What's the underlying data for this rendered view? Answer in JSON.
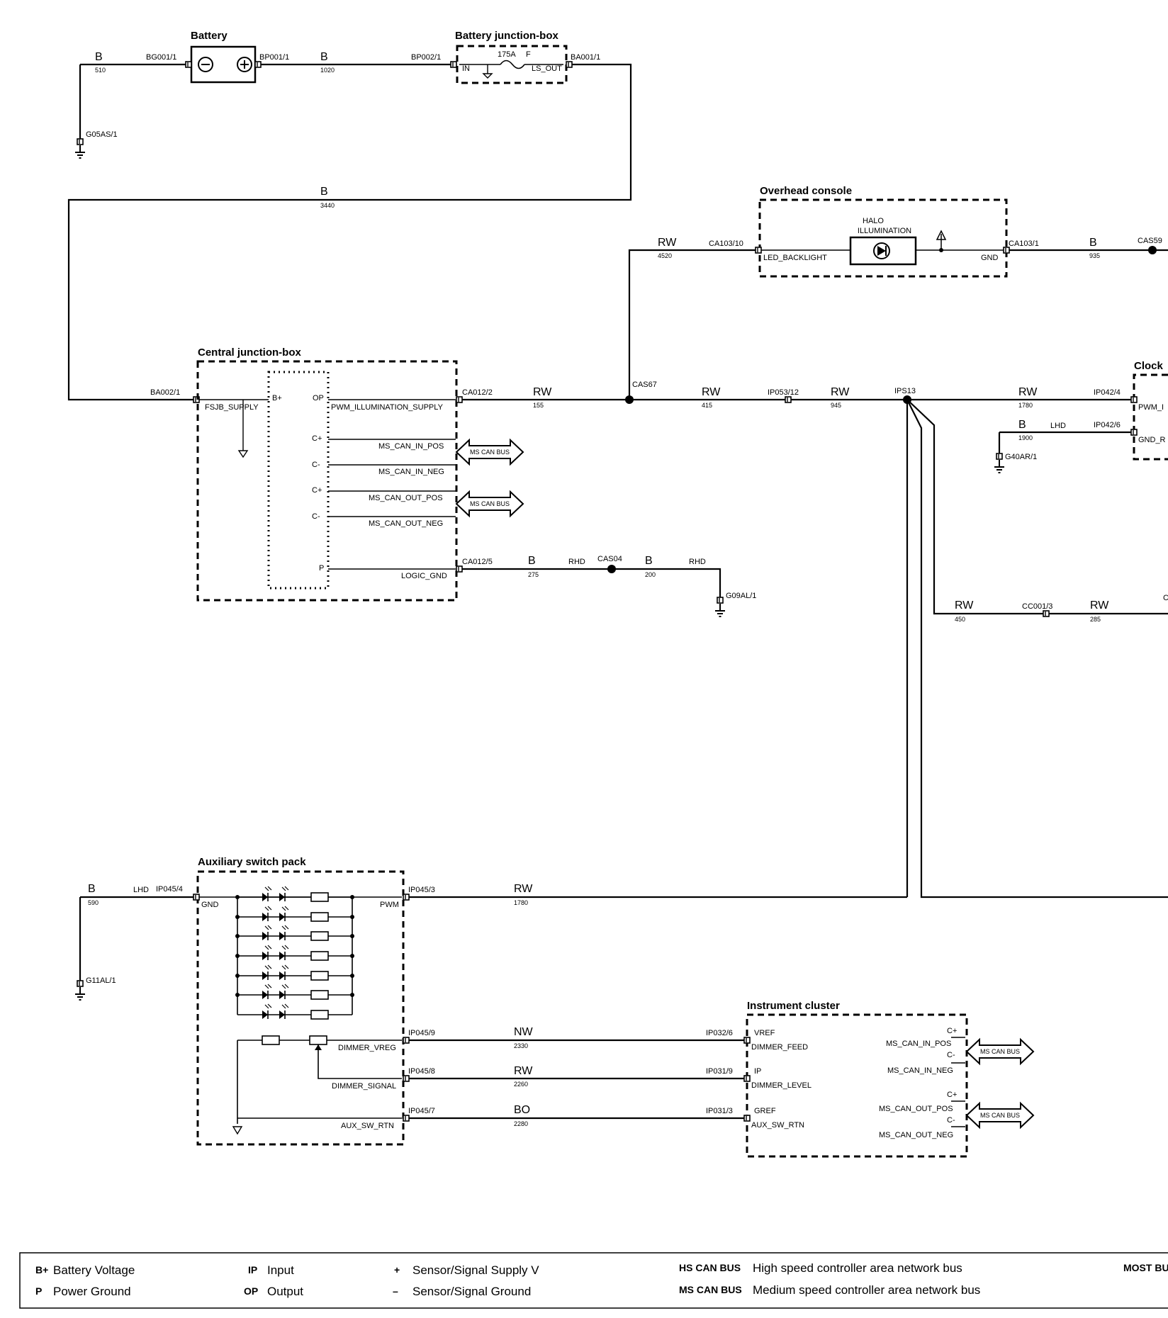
{
  "components": {
    "battery": "Battery",
    "battery_jb": "Battery junction-box",
    "overhead": "Overhead console",
    "cjb": "Central junction-box",
    "clock": "Clock",
    "aux_switch": "Auxiliary switch pack",
    "cluster": "Instrument cluster"
  },
  "wires": {
    "w510": {
      "color": "B",
      "num": "510"
    },
    "w1020": {
      "color": "B",
      "num": "1020"
    },
    "w3440": {
      "color": "B",
      "num": "3440"
    },
    "w4520": {
      "color": "RW",
      "num": "4520"
    },
    "w935": {
      "color": "B",
      "num": "935"
    },
    "w155": {
      "color": "RW",
      "num": "155"
    },
    "w415": {
      "color": "RW",
      "num": "415"
    },
    "w945": {
      "color": "RW",
      "num": "945"
    },
    "w1780a": {
      "color": "RW",
      "num": "1780"
    },
    "w1900": {
      "color": "B",
      "num": "1900"
    },
    "w275": {
      "color": "B",
      "num": "275"
    },
    "w200": {
      "color": "B",
      "num": "200"
    },
    "w450": {
      "color": "RW",
      "num": "450"
    },
    "w285": {
      "color": "RW",
      "num": "285"
    },
    "w590": {
      "color": "B",
      "num": "590"
    },
    "w1780b": {
      "color": "RW",
      "num": "1780"
    },
    "w2330": {
      "color": "NW",
      "num": "2330"
    },
    "w2260": {
      "color": "RW",
      "num": "2260"
    },
    "w2280": {
      "color": "BO",
      "num": "2280"
    }
  },
  "connectors": {
    "bg001": "BG001/1",
    "bp001": "BP001/1",
    "bp002": "BP002/1",
    "ba001": "BA001/1",
    "g05as": "G05AS/1",
    "ca103_10": "CA103/10",
    "ca103_1": "CA103/1",
    "cas59": "CAS59",
    "ba002": "BA002/1",
    "ca012_2": "CA012/2",
    "cas67": "CAS67",
    "ip053": "IP053/12",
    "ips13": "IPS13",
    "ip042_4": "IP042/4",
    "ip042_6": "IP042/6",
    "g40ar": "G40AR/1",
    "ca012_5": "CA012/5",
    "cas04": "CAS04",
    "g09al": "G09AL/1",
    "cc001": "CC001/3",
    "ip045_4": "IP045/4",
    "g11al": "G11AL/1",
    "ip045_3": "IP045/3",
    "ip045_9": "IP045/9",
    "ip045_8": "IP045/8",
    "ip045_7": "IP045/7",
    "ip032_6": "IP032/6",
    "ip031_9": "IP031/9",
    "ip031_3": "IP031/3"
  },
  "qualifiers": {
    "lhd": "LHD",
    "rhd": "RHD"
  },
  "signals": {
    "fuse_rating": "175A",
    "fuse_f": "F",
    "in": "IN",
    "ls_out": "LS_OUT",
    "halo": "HALO",
    "illumination": "ILLUMINATION",
    "led_backlight": "LED_BACKLIGHT",
    "gnd": "GND",
    "fsjb_supply": "FSJB_SUPPLY",
    "b_plus": "B+",
    "op": "OP",
    "c_plus": "C+",
    "c_minus": "C-",
    "p": "P",
    "pwm_illum": "PWM_ILLUMINATION_SUPPLY",
    "ms_can_in_pos": "MS_CAN_IN_POS",
    "ms_can_in_neg": "MS_CAN_IN_NEG",
    "ms_can_out_pos": "MS_CAN_OUT_POS",
    "ms_can_out_neg": "MS_CAN_OUT_NEG",
    "logic_gnd": "LOGIC_GND",
    "pwm_i": "PWM_I",
    "gnd_r": "GND_R",
    "pwm": "PWM",
    "dimmer_vreg": "DIMMER_VREG",
    "dimmer_signal": "DIMMER_SIGNAL",
    "aux_sw_rtn": "AUX_SW_RTN",
    "vref": "VREF",
    "dimmer_feed": "DIMMER_FEED",
    "ip": "IP",
    "dimmer_level": "DIMMER_LEVEL",
    "gref": "GREF",
    "ms_can_bus": "MS CAN BUS",
    "cut_c": "C"
  },
  "legend": {
    "items": [
      {
        "key": "B+",
        "label": "Battery Voltage"
      },
      {
        "key": "P",
        "label": "Power Ground"
      },
      {
        "key": "IP",
        "label": "Input"
      },
      {
        "key": "OP",
        "label": "Output"
      },
      {
        "key": "+",
        "label": "Sensor/Signal Supply V"
      },
      {
        "key": "–",
        "label": "Sensor/Signal Ground"
      },
      {
        "key": "HS CAN BUS",
        "label": "High speed controller area network bus"
      },
      {
        "key": "MS CAN BUS",
        "label": "Medium speed controller area network bus"
      },
      {
        "key": "MOST BU",
        "label": ""
      }
    ]
  }
}
